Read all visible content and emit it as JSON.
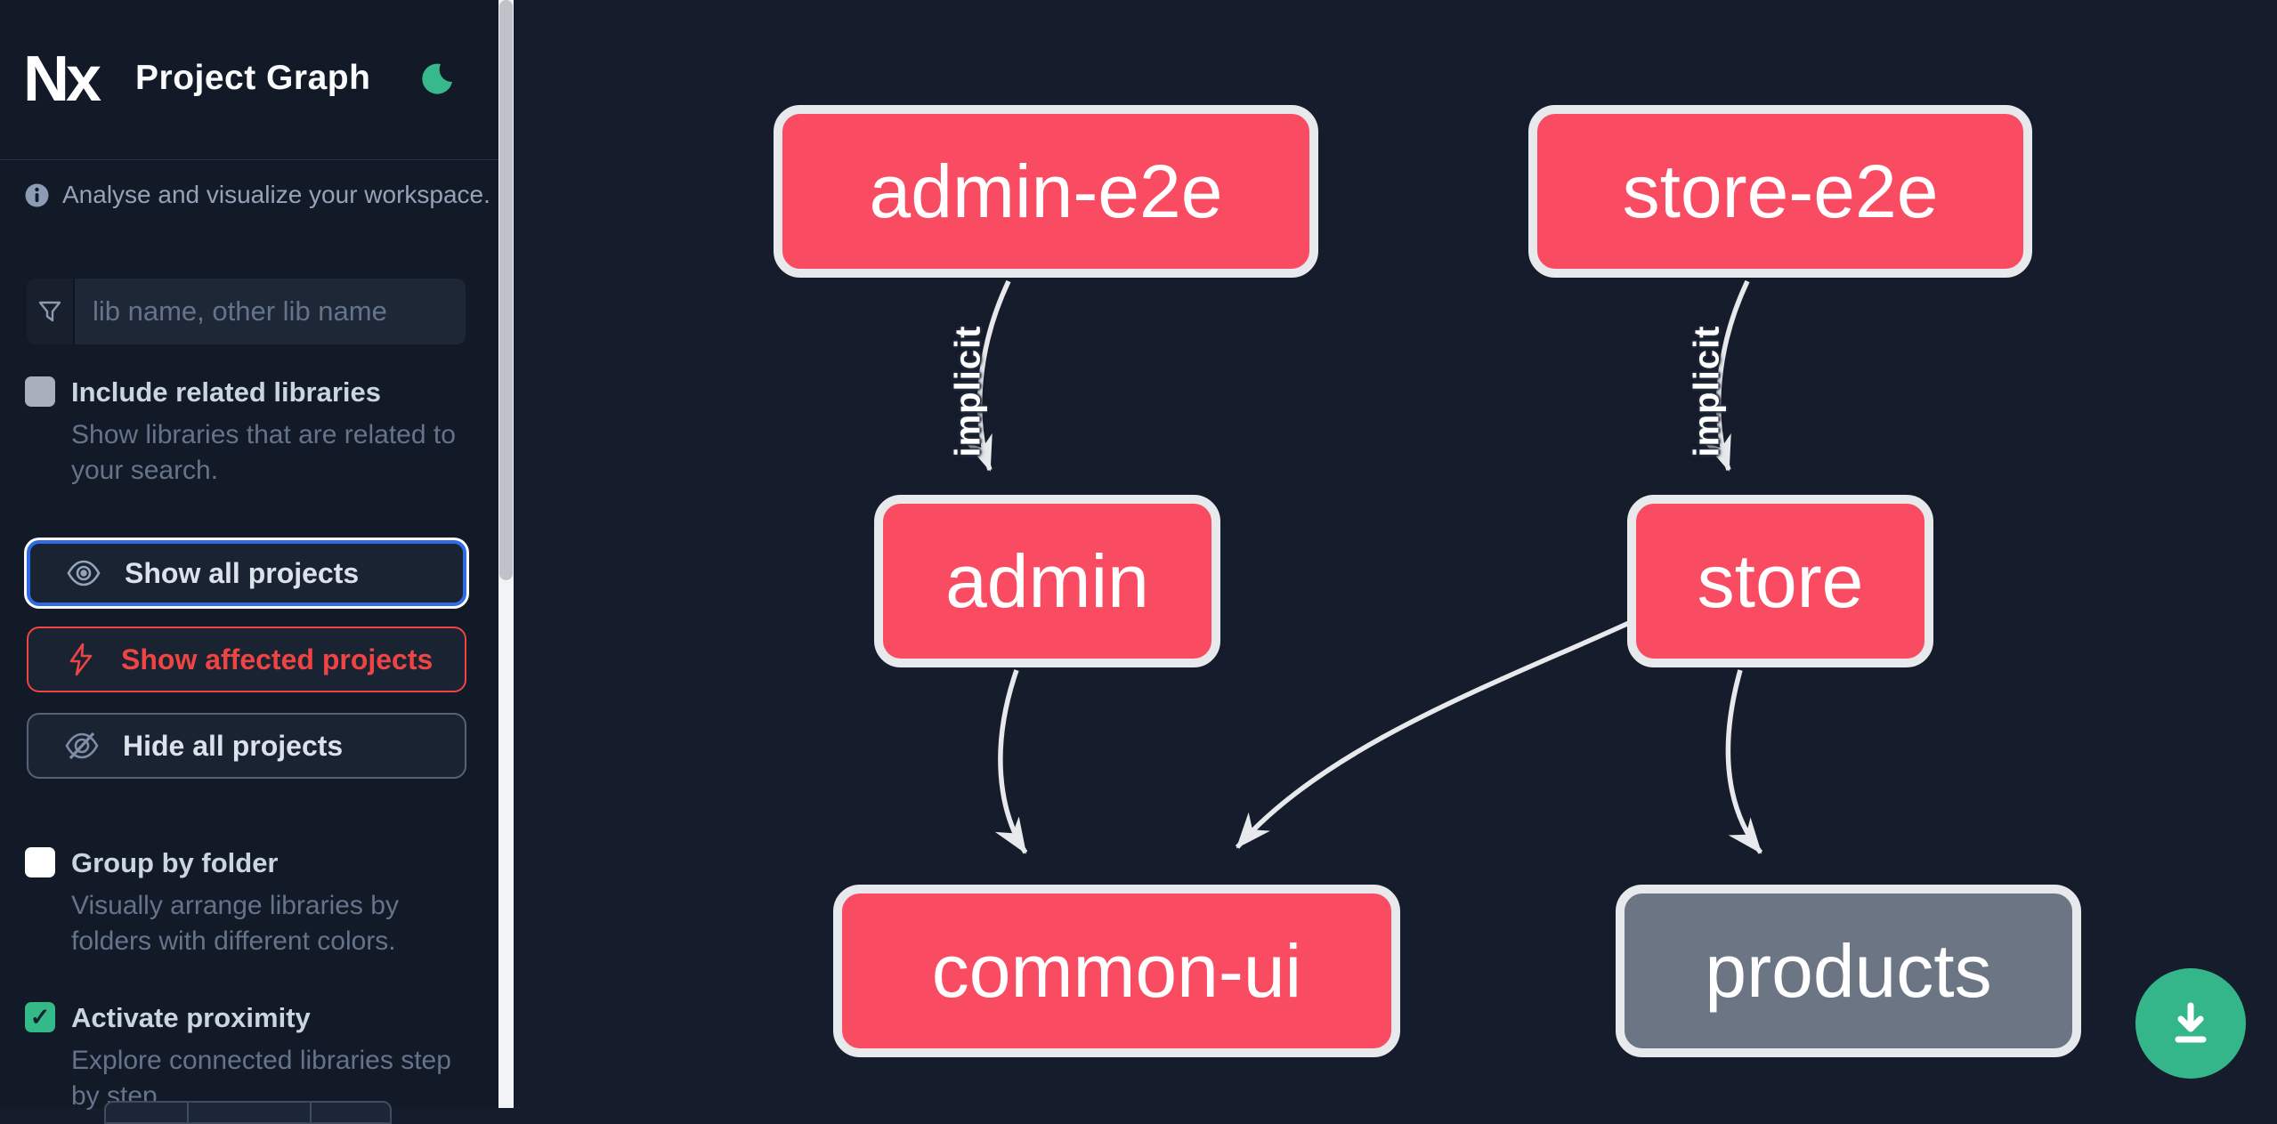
{
  "app": {
    "logo_text": "Nx",
    "title": "Project Graph"
  },
  "sidebar": {
    "tagline": "Analyse and visualize your workspace.",
    "search": {
      "placeholder": "lib name, other lib name"
    },
    "checkboxes": [
      {
        "label": "Include related libraries",
        "checked": false,
        "description": "Show libraries that are related to your search."
      },
      {
        "label": "Group by folder",
        "checked": false,
        "description": "Visually arrange libraries by folders with different colors."
      },
      {
        "label": "Activate proximity",
        "checked": true,
        "checkmark": "✓",
        "description": "Explore connected libraries step by step."
      }
    ],
    "buttons": [
      {
        "label": "Show all projects"
      },
      {
        "label": "Show affected projects"
      },
      {
        "label": "Hide all projects"
      }
    ]
  },
  "graph": {
    "nodes": [
      {
        "id": "admin-e2e",
        "label": "admin-e2e",
        "type": "app-e2e",
        "color": "#f94b62"
      },
      {
        "id": "store-e2e",
        "label": "store-e2e",
        "type": "app-e2e",
        "color": "#f94b62"
      },
      {
        "id": "admin",
        "label": "admin",
        "type": "app",
        "color": "#f94b62"
      },
      {
        "id": "store",
        "label": "store",
        "type": "app",
        "color": "#f94b62"
      },
      {
        "id": "common-ui",
        "label": "common-ui",
        "type": "lib",
        "color": "#f94b62"
      },
      {
        "id": "products",
        "label": "products",
        "type": "lib",
        "color": "#6b7584"
      }
    ],
    "edges": [
      {
        "from": "admin-e2e",
        "to": "admin",
        "label": "implicit"
      },
      {
        "from": "store-e2e",
        "to": "store",
        "label": "implicit"
      },
      {
        "from": "admin",
        "to": "common-ui",
        "label": ""
      },
      {
        "from": "store",
        "to": "common-ui",
        "label": ""
      },
      {
        "from": "store",
        "to": "products",
        "label": ""
      }
    ],
    "edge_labels": [
      {
        "text": "implicit"
      },
      {
        "text": "implicit"
      }
    ]
  },
  "colors": {
    "background": "#151d2c",
    "sidebar": "#121927",
    "node_pink": "#f94b62",
    "node_gray": "#6b7584",
    "node_border": "#e7e9ec",
    "edge": "#e7e9ec",
    "accent_blue": "#2e6be5",
    "accent_red": "#ef4444",
    "accent_green": "#34b989",
    "fab_green": "#35b68a"
  }
}
